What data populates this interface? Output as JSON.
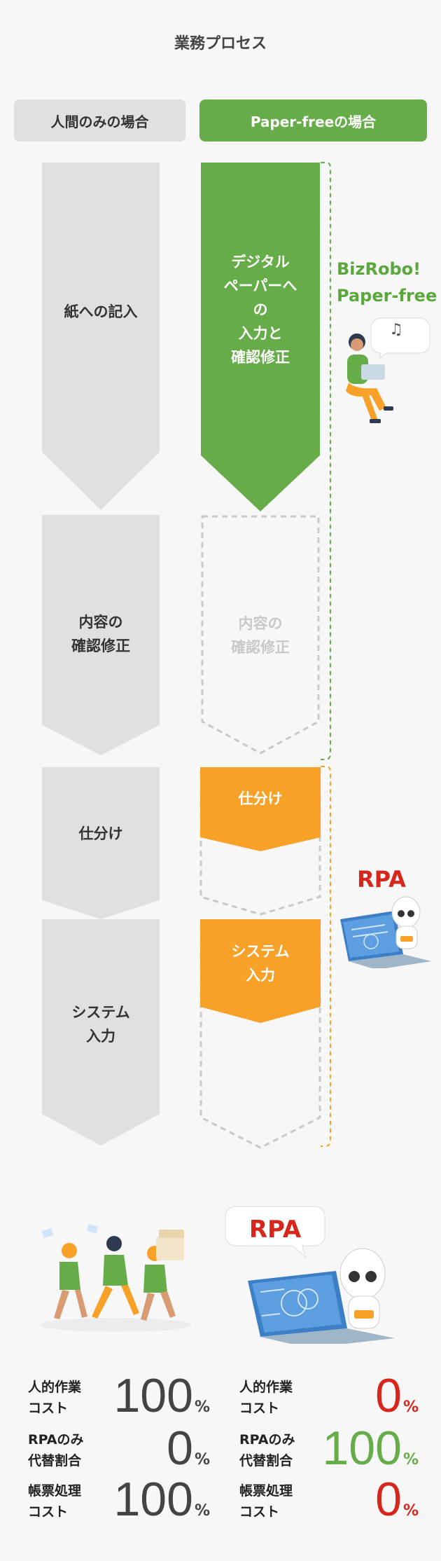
{
  "title": "業務プロセス",
  "columns": {
    "left": "人間のみの場合",
    "right": "Paper-freeの場合"
  },
  "left_steps": [
    {
      "label": "紙への記入"
    },
    {
      "label": "内容の\n確認修正"
    },
    {
      "label": "仕分け"
    },
    {
      "label": "システム\n入力"
    }
  ],
  "right_steps": {
    "digital": "デジタル\nペーパーへ\nの\n入力と\n確認修正",
    "confirm_ghost": "内容の\n確認修正",
    "sort": "仕分け",
    "input": "システム\n入力"
  },
  "brackets": {
    "bizrobo": "BizRobo!\nPaper-free",
    "rpa": "RPA"
  },
  "music_note": "♫",
  "bubble_rpa": "RPA",
  "stats": {
    "left": [
      {
        "label": "人的作業\nコスト",
        "value": "100",
        "unit": "%"
      },
      {
        "label": "RPAのみ\n代替割合",
        "value": "0",
        "unit": "%"
      },
      {
        "label": "帳票処理\nコスト",
        "value": "100",
        "unit": "%"
      }
    ],
    "right": [
      {
        "label": "人的作業\nコスト",
        "value": "0",
        "unit": "%"
      },
      {
        "label": "RPAのみ\n代替割合",
        "value": "100",
        "unit": "%"
      },
      {
        "label": "帳票処理\nコスト",
        "value": "0",
        "unit": "%"
      }
    ]
  },
  "colors": {
    "gray_step": "#e0e0e0",
    "green": "#66ad4a",
    "orange": "#f7a128",
    "ghost_border": "#c8c8c8",
    "stat_dark": "#444444",
    "stat_red": "#d7261b",
    "stat_green": "#66ad4a"
  }
}
